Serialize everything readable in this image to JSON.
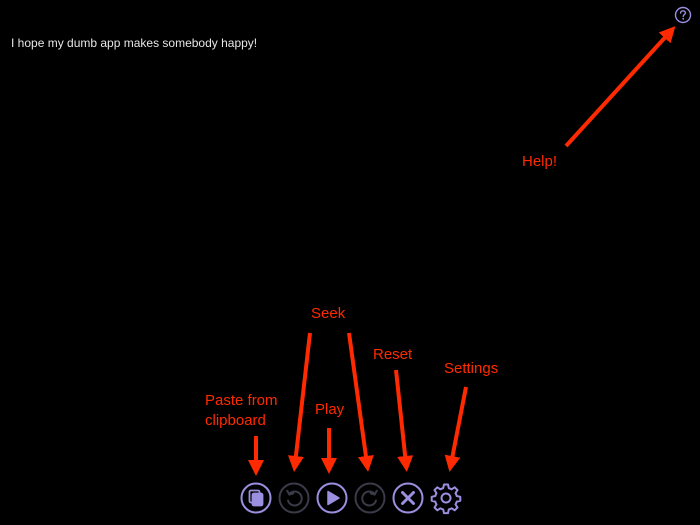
{
  "main": {
    "text": "I hope my dumb app makes somebody happy!"
  },
  "annotations": {
    "help": "Help!",
    "seek": "Seek",
    "reset": "Reset",
    "settings": "Settings",
    "play": "Play",
    "paste": "Paste from clipboard"
  },
  "icons": {
    "help": "question-circle-icon",
    "paste": "paste-clipboard-icon",
    "seek_back": "rotate-left-icon",
    "play": "play-icon",
    "seek_forward": "rotate-right-icon",
    "reset": "x-circle-icon",
    "settings": "gear-icon"
  },
  "colors": {
    "background": "#000000",
    "text": "#e6e6e6",
    "annotation": "#ff2a00",
    "accent": "#9b8fe0",
    "disabled": "#3a3a48"
  }
}
